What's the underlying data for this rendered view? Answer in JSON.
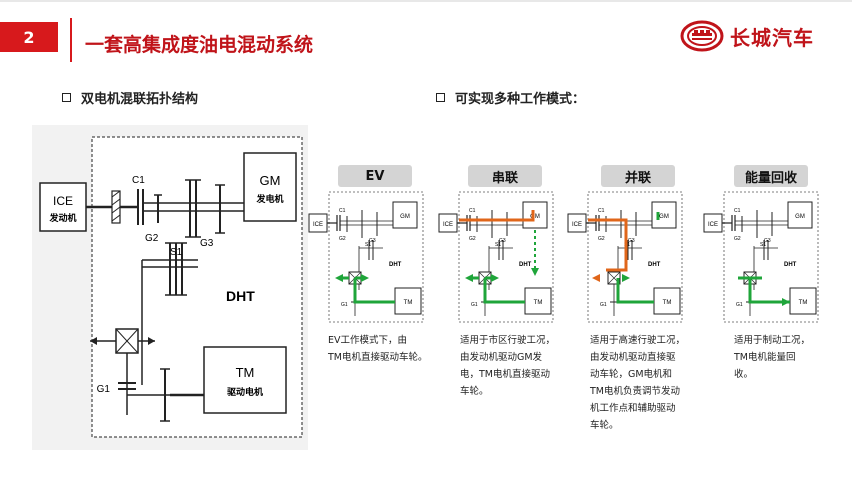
{
  "header": {
    "page_number": "2",
    "title": "一套高集成度油电混动系统",
    "brand": "长城汽车"
  },
  "left_section": {
    "bullet": "双电机混联拓扑结构",
    "labels": {
      "ice": "ICE",
      "ice_sub": "发动机",
      "gm": "GM",
      "gm_sub": "发电机",
      "tm": "TM",
      "tm_sub": "驱动电机",
      "dht": "DHT",
      "c1": "C1",
      "g2": "G2",
      "s1": "S1",
      "g3": "G3",
      "g1": "G1"
    }
  },
  "right_section": {
    "bullet": "可实现多种工作模式：",
    "modes": [
      {
        "name": "EV",
        "desc_lines": [
          "EV工作模式下，由",
          "TM电机直接驱动车轮。"
        ]
      },
      {
        "name": "串联",
        "desc_lines": [
          "适用于市区行驶工况，",
          "由发动机驱动GM发",
          "电，TM电机直接驱动",
          "车轮。"
        ]
      },
      {
        "name": "并联",
        "desc_lines": [
          "适用于高速行驶工况，",
          "由发动机驱动直接驱",
          "动车轮，GM电机和",
          "TM电机负责调节发动",
          "机工作点和辅助驱动",
          "车轮。"
        ]
      },
      {
        "name": "能量回收",
        "desc_lines": [
          "适用于制动工况，",
          "TM电机能量回",
          "收。"
        ]
      }
    ],
    "mini_labels": {
      "ice": "ICE",
      "gm": "GM",
      "tm": "TM",
      "dht": "DHT",
      "c1": "C1",
      "g2": "G2",
      "s1": "S1",
      "g3": "G3",
      "g1": "G1"
    }
  },
  "colors": {
    "brand_red": "#c0141a",
    "page_num_bg": "#d7191c",
    "green_flow": "#1fa53a",
    "orange_flow": "#e0661a"
  }
}
